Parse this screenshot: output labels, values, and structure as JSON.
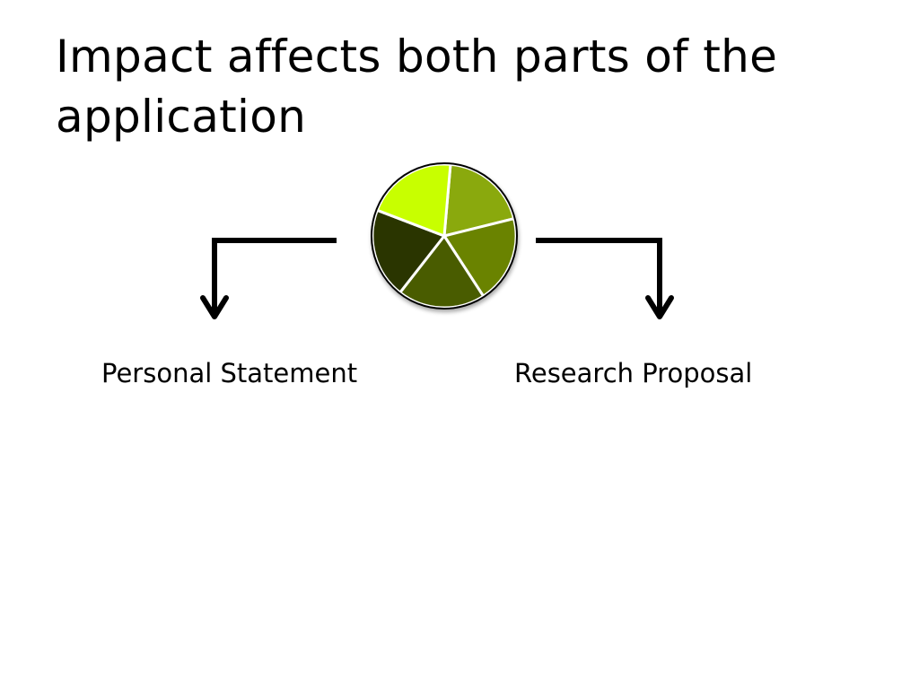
{
  "slide": {
    "title": "Impact affects both parts of the application"
  },
  "diagram": {
    "left_label": "Personal Statement",
    "right_label": "Research Proposal",
    "pie_colors": [
      "#8aa90b",
      "#6b8305",
      "#4a5c04",
      "#2a3501",
      "#c8ff00"
    ],
    "pie_outline_color": "#000000",
    "arrow_color": "#000000"
  }
}
